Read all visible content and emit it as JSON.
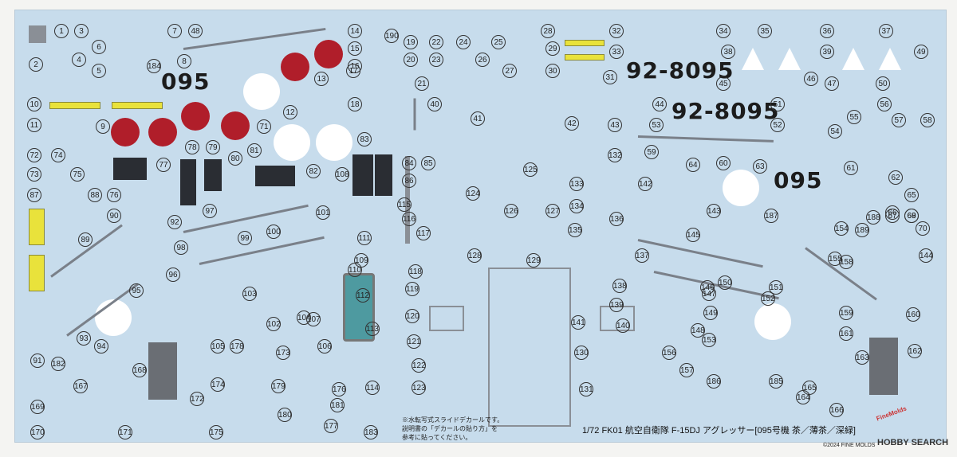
{
  "sheet": {
    "serial_large": "92-8095",
    "code_095": "095",
    "title": "1/72  FK01  航空自衛隊 F-15DJ アグレッサー[095号機 茶／薄茶／深緑]",
    "copyright": "©2024 FINE MOLDS",
    "note_line1": "※水転写式スライドデカールです。",
    "note_line2": "説明書の「デカールの貼り方」を",
    "note_line3": "参考に貼ってください。",
    "brand_mark": "FineMolds",
    "watermark": "HOBBY SEARCH"
  },
  "colors": {
    "sheet": "#c7dcec",
    "hinomaru": "#b01e2a",
    "white": "#ffffff",
    "yellow": "#e9e23b"
  },
  "numbers": [
    "1",
    "2",
    "3",
    "4",
    "5",
    "6",
    "7",
    "8",
    "9",
    "10",
    "11",
    "12",
    "13",
    "14",
    "15",
    "16",
    "17",
    "18",
    "19",
    "20",
    "21",
    "22",
    "23",
    "24",
    "25",
    "26",
    "27",
    "28",
    "29",
    "30",
    "31",
    "32",
    "33",
    "34",
    "35",
    "36",
    "37",
    "38",
    "39",
    "40",
    "41",
    "42",
    "43",
    "44",
    "45",
    "46",
    "47",
    "48",
    "49",
    "50",
    "51",
    "52",
    "53",
    "54",
    "55",
    "56",
    "57",
    "58",
    "59",
    "60",
    "61",
    "62",
    "63",
    "64",
    "65",
    "66",
    "67",
    "68",
    "69",
    "70",
    "71",
    "72",
    "73",
    "74",
    "75",
    "76",
    "77",
    "78",
    "79",
    "80",
    "81",
    "82",
    "83",
    "84",
    "85",
    "86",
    "87",
    "88",
    "89",
    "90",
    "91",
    "92",
    "93",
    "94",
    "95",
    "96",
    "97",
    "98",
    "99",
    "100",
    "101",
    "102",
    "103",
    "104",
    "105",
    "106",
    "107",
    "108",
    "109",
    "110",
    "111",
    "112",
    "113",
    "114",
    "115",
    "116",
    "117",
    "118",
    "119",
    "120",
    "121",
    "122",
    "123",
    "124",
    "125",
    "126",
    "127",
    "128",
    "129",
    "130",
    "131",
    "132",
    "133",
    "134",
    "135",
    "136",
    "137",
    "138",
    "139",
    "140",
    "141",
    "142",
    "143",
    "144",
    "145",
    "146",
    "147",
    "148",
    "149",
    "150",
    "151",
    "152",
    "153",
    "154",
    "155",
    "156",
    "157",
    "158",
    "159",
    "160",
    "161",
    "162",
    "163",
    "164",
    "165",
    "166",
    "167",
    "168",
    "169",
    "170",
    "171",
    "172",
    "173",
    "174",
    "175",
    "176",
    "177",
    "178",
    "179",
    "180",
    "181",
    "182",
    "183",
    "184",
    "185",
    "186",
    "187",
    "188",
    "189",
    "190"
  ]
}
